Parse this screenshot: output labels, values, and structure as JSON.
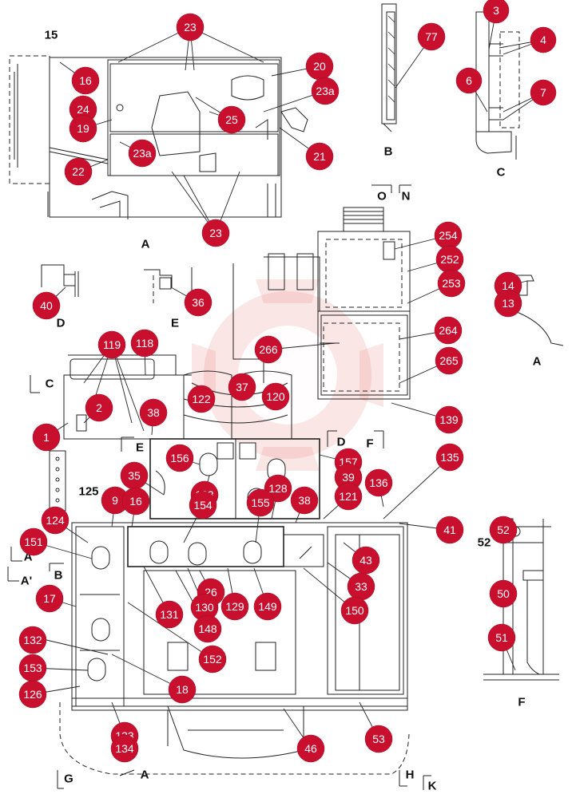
{
  "callouts": [
    {
      "id": "c-23a",
      "text": "23"
    },
    {
      "id": "c-16",
      "text": "16"
    },
    {
      "id": "c-20",
      "text": "20"
    },
    {
      "id": "c-23a2",
      "text": "23a"
    },
    {
      "id": "c-24",
      "text": "24"
    },
    {
      "id": "c-25",
      "text": "25"
    },
    {
      "id": "c-19",
      "text": "19"
    },
    {
      "id": "c-21",
      "text": "21"
    },
    {
      "id": "c-23a3",
      "text": "23a"
    },
    {
      "id": "c-22",
      "text": "22"
    },
    {
      "id": "c-23b",
      "text": "23"
    },
    {
      "id": "c-77",
      "text": "77"
    },
    {
      "id": "c-3",
      "text": "3"
    },
    {
      "id": "c-4",
      "text": "4"
    },
    {
      "id": "c-6",
      "text": "6"
    },
    {
      "id": "c-7",
      "text": "7"
    },
    {
      "id": "c-254",
      "text": "254"
    },
    {
      "id": "c-252",
      "text": "252"
    },
    {
      "id": "c-253",
      "text": "253"
    },
    {
      "id": "c-14",
      "text": "14"
    },
    {
      "id": "c-13",
      "text": "13"
    },
    {
      "id": "c-40",
      "text": "40"
    },
    {
      "id": "c-36",
      "text": "36"
    },
    {
      "id": "c-264",
      "text": "264"
    },
    {
      "id": "c-266",
      "text": "266"
    },
    {
      "id": "c-265",
      "text": "265"
    },
    {
      "id": "c-119",
      "text": "119"
    },
    {
      "id": "c-118",
      "text": "118"
    },
    {
      "id": "c-122",
      "text": "122"
    },
    {
      "id": "c-37",
      "text": "37"
    },
    {
      "id": "c-120",
      "text": "120"
    },
    {
      "id": "c-139",
      "text": "139"
    },
    {
      "id": "c-2",
      "text": "2"
    },
    {
      "id": "c-38a",
      "text": "38"
    },
    {
      "id": "c-1",
      "text": "1"
    },
    {
      "id": "c-156",
      "text": "156"
    },
    {
      "id": "c-157",
      "text": "157"
    },
    {
      "id": "c-135",
      "text": "135"
    },
    {
      "id": "c-35",
      "text": "35"
    },
    {
      "id": "c-39",
      "text": "39"
    },
    {
      "id": "c-136",
      "text": "136"
    },
    {
      "id": "c-123",
      "text": "123"
    },
    {
      "id": "c-128",
      "text": "128"
    },
    {
      "id": "c-9",
      "text": "9"
    },
    {
      "id": "c-16b",
      "text": "16"
    },
    {
      "id": "c-154",
      "text": "154"
    },
    {
      "id": "c-155",
      "text": "155"
    },
    {
      "id": "c-38b",
      "text": "38"
    },
    {
      "id": "c-121",
      "text": "121"
    },
    {
      "id": "c-124",
      "text": "124"
    },
    {
      "id": "c-41",
      "text": "41"
    },
    {
      "id": "c-52",
      "text": "52"
    },
    {
      "id": "c-151",
      "text": "151"
    },
    {
      "id": "c-43",
      "text": "43"
    },
    {
      "id": "c-33",
      "text": "33"
    },
    {
      "id": "c-26",
      "text": "26"
    },
    {
      "id": "c-50",
      "text": "50"
    },
    {
      "id": "c-17",
      "text": "17"
    },
    {
      "id": "c-131",
      "text": "131"
    },
    {
      "id": "c-130",
      "text": "130"
    },
    {
      "id": "c-129",
      "text": "129"
    },
    {
      "id": "c-149",
      "text": "149"
    },
    {
      "id": "c-150",
      "text": "150"
    },
    {
      "id": "c-148",
      "text": "148"
    },
    {
      "id": "c-132",
      "text": "132"
    },
    {
      "id": "c-152",
      "text": "152"
    },
    {
      "id": "c-51",
      "text": "51"
    },
    {
      "id": "c-153",
      "text": "153"
    },
    {
      "id": "c-126",
      "text": "126"
    },
    {
      "id": "c-18",
      "text": "18"
    },
    {
      "id": "c-133",
      "text": "133"
    },
    {
      "id": "c-134",
      "text": "134"
    },
    {
      "id": "c-46",
      "text": "46"
    },
    {
      "id": "c-53",
      "text": "53"
    }
  ],
  "labels": {
    "lbl_15": "15",
    "lbl_125": "125",
    "lbl_52": "52",
    "view_A_top": "A",
    "view_B": "B",
    "view_C": "C",
    "view_D": "D",
    "view_E": "E",
    "view_A_right": "A",
    "view_F": "F",
    "arrow_O": "O",
    "arrow_N": "N",
    "arrow_C": "C",
    "arrow_E": "E",
    "arrow_D": "D",
    "arrow_F": "F",
    "arrow_A1": "A'",
    "arrow_A2": "A'",
    "arrow_B": "B",
    "arrow_G": "G",
    "arrow_A": "A",
    "arrow_H": "H",
    "arrow_K": "K"
  },
  "colors": {
    "callout_fill": "#c8102e",
    "callout_text": "#ffffff",
    "line": "#222222",
    "watermark": "#e23b3b"
  }
}
